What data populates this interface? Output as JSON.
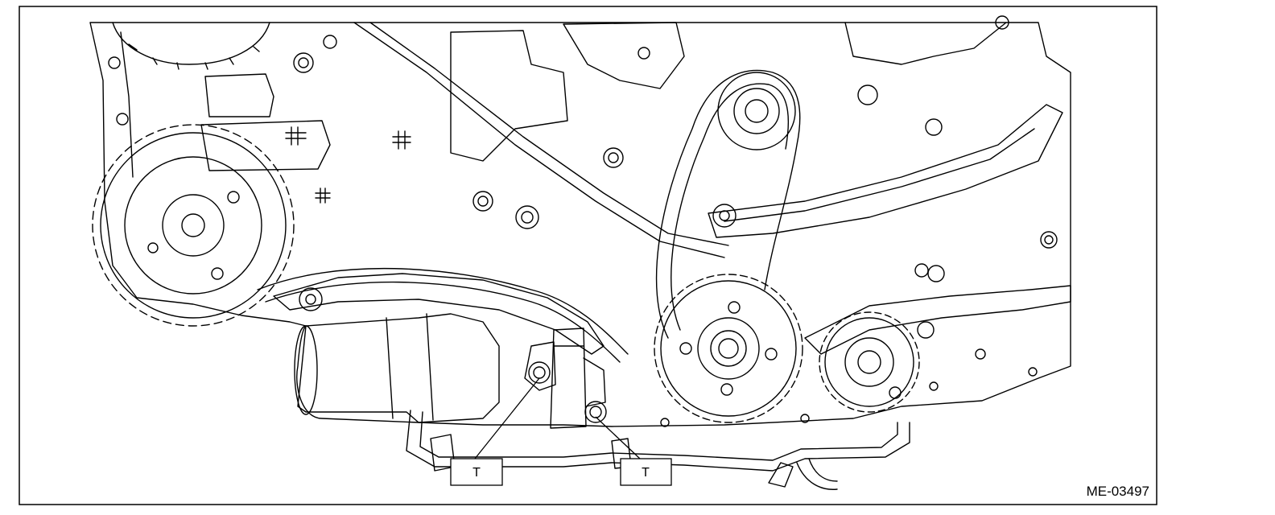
{
  "figure": {
    "code": "ME-03497",
    "callouts": [
      {
        "text": "T"
      },
      {
        "text": "T"
      }
    ]
  },
  "colors": {
    "line": "#000000",
    "background": "#ffffff"
  },
  "components": {
    "left_cam_sprocket": "camshaft-sprocket",
    "upper_cam_sprocket": "idler-pulley",
    "crank_sprocket": "crankshaft-sprocket",
    "right_cam_sprocket": "camshaft-sprocket",
    "tensioner": "chain-tensioner",
    "guides": "chain-guides"
  }
}
